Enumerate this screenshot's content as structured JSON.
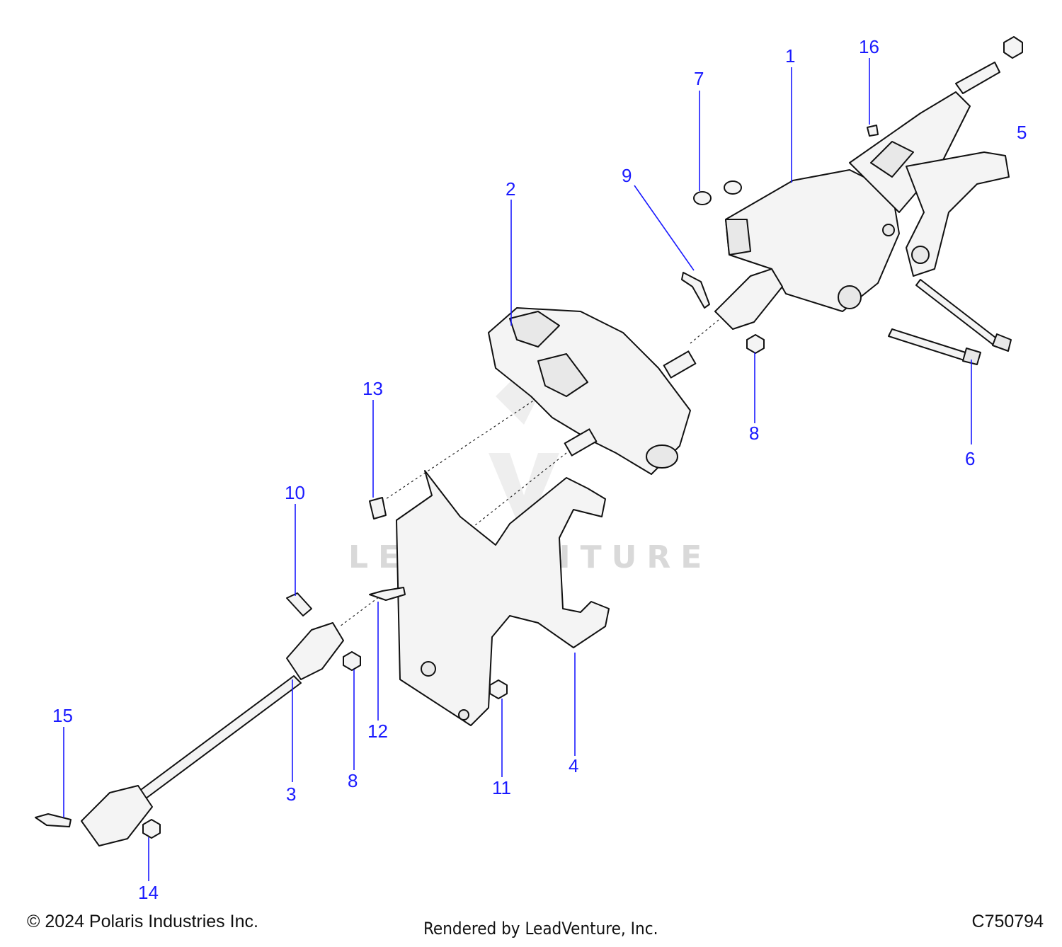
{
  "watermark": {
    "text": "LEADVENTURE"
  },
  "callouts": [
    {
      "id": "1",
      "label": "1"
    },
    {
      "id": "2",
      "label": "2"
    },
    {
      "id": "3",
      "label": "3"
    },
    {
      "id": "4",
      "label": "4"
    },
    {
      "id": "5",
      "label": "5"
    },
    {
      "id": "6",
      "label": "6"
    },
    {
      "id": "7",
      "label": "7"
    },
    {
      "id": "8a",
      "label": "8"
    },
    {
      "id": "8b",
      "label": "8"
    },
    {
      "id": "9",
      "label": "9"
    },
    {
      "id": "10",
      "label": "10"
    },
    {
      "id": "11",
      "label": "11"
    },
    {
      "id": "12",
      "label": "12"
    },
    {
      "id": "13",
      "label": "13"
    },
    {
      "id": "14",
      "label": "14"
    },
    {
      "id": "15",
      "label": "15"
    },
    {
      "id": "16",
      "label": "16"
    }
  ],
  "footer": {
    "copyright": "© 2024 Polaris Industries Inc.",
    "rendered_by": "Rendered by LeadVenture, Inc.",
    "diagram_code": "C750794"
  },
  "colors": {
    "callout": "#1a1aff",
    "line": "#111111",
    "watermark": "#d9d9d9"
  }
}
